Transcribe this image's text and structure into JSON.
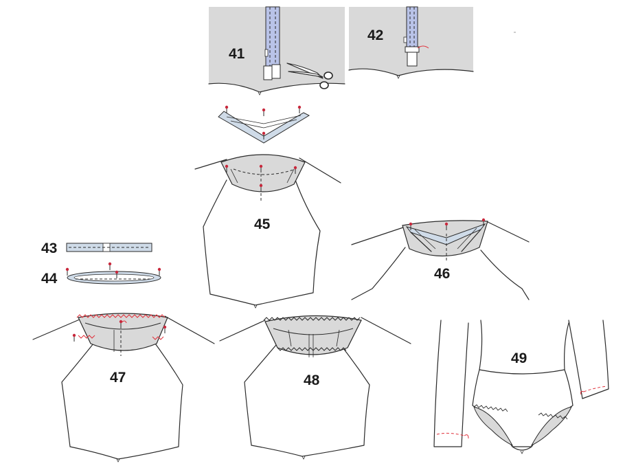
{
  "steps": [
    {
      "id": "41",
      "label": "41"
    },
    {
      "id": "42",
      "label": "42"
    },
    {
      "id": "43",
      "label": "43"
    },
    {
      "id": "44",
      "label": "44"
    },
    {
      "id": "45",
      "label": "45"
    },
    {
      "id": "46",
      "label": "46"
    },
    {
      "id": "47",
      "label": "47"
    },
    {
      "id": "48",
      "label": "48"
    },
    {
      "id": "49",
      "label": "49"
    }
  ],
  "colors": {
    "fabric_grey": "#d9d9d9",
    "tape_blue": "#b9c3e8",
    "band_blue": "#cfdbe8",
    "pin_red": "#c8283c",
    "thread_red": "#e0303a",
    "outline": "#2a2a2a"
  }
}
